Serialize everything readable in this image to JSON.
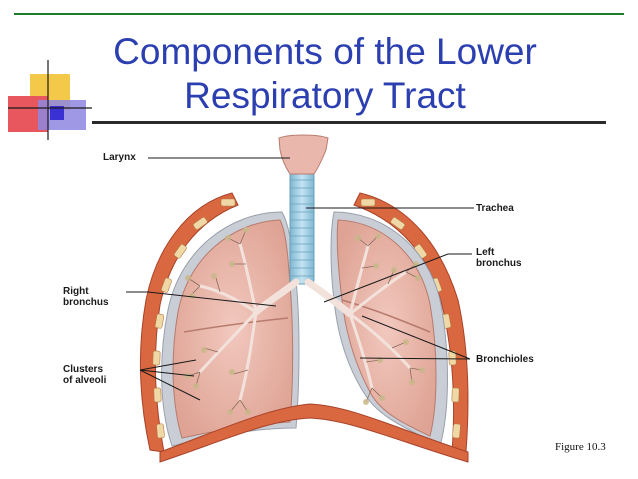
{
  "slide": {
    "title_line1": "Components of the Lower",
    "title_line2": "Respiratory Tract",
    "figure_caption": "Figure 10.3"
  },
  "labels": {
    "larynx": "Larynx",
    "trachea": "Trachea",
    "left_bronchus_line1": "Left",
    "left_bronchus_line2": "bronchus",
    "right_bronchus_line1": "Right",
    "right_bronchus_line2": "bronchus",
    "bronchioles": "Bronchioles",
    "clusters_line1": "Clusters",
    "clusters_line2": "of alveoli"
  },
  "colors": {
    "title": "#2b3fb0",
    "top_rule": "#1e7d2d",
    "lung_tissue": "#e8b3a8",
    "pleura": "#c9cdd6",
    "ribs": "#d9673f",
    "trachea": "#a8d2e6",
    "airways": "#8a6a5a"
  },
  "icons": [
    "decorative-squares-icon"
  ]
}
